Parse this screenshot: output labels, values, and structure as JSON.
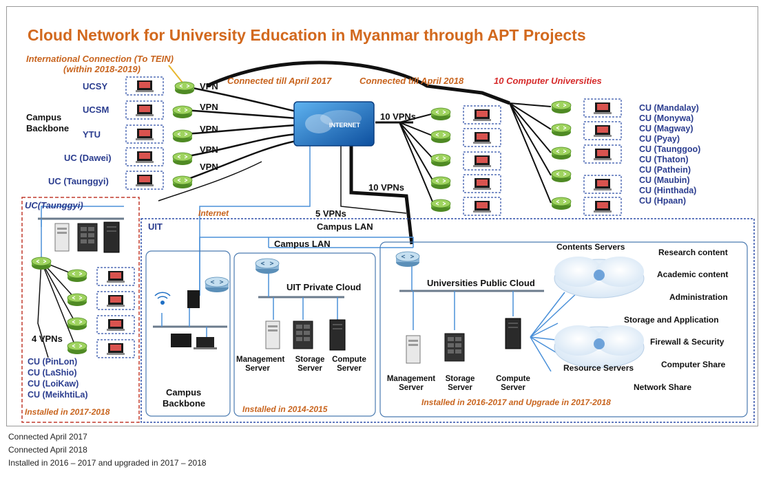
{
  "title": "Cloud Network for University Education in Myanmar through APT Projects",
  "intl_connection": [
    "International Connection (To TEIN)",
    "(within 2018-2019)"
  ],
  "connected_2017": "Connected till April 2017",
  "connected_2018": "Connected till April 2018",
  "ten_cu_label": "10 Computer  Universities",
  "campus_backbone_left": [
    "Campus",
    "Backbone"
  ],
  "left_universities": [
    "UCSY",
    "UCSM",
    "YTU",
    "UC (Dawei)",
    "UC (Taunggyi)"
  ],
  "vpn_label": "VPN",
  "internet_label": "INTERNET",
  "ten_vpns_top": "10 VPNs",
  "ten_vpns_mid": "10 VPNs",
  "five_vpns": "5 VPNs",
  "internet_link": "Internet",
  "computer_universities": [
    "CU (Mandalay)",
    "CU (Monywa)",
    "CU (Magway)",
    "CU (Pyay)",
    "CU (Taunggoo)",
    "CU (Thaton)",
    "CU (Pathein)",
    "CU (Maubin)",
    "CU (Hinthada)",
    "CU (Hpaan)"
  ],
  "taunggyi_box": {
    "title": "UC(Taunggyi)",
    "four_vpns": "4 VPNs",
    "cus": [
      "CU (PinLon)",
      "CU (LaShio)",
      "CU (LoiKaw)",
      "CU (MeikhtiLa)"
    ],
    "installed": "Installed in 2017-2018"
  },
  "uit": {
    "label": "UIT",
    "campus_lan_top": "Campus LAN",
    "campus_lan_inner": "Campus LAN",
    "campus_backbone": [
      "Campus",
      "Backbone"
    ],
    "private_cloud": "UIT Private Cloud",
    "private_servers": [
      [
        "Management",
        "Server"
      ],
      [
        "Storage",
        "Server"
      ],
      [
        "Compute",
        "Server"
      ]
    ],
    "installed_private": "Installed in 2014-2015",
    "public_cloud": "Universities Public Cloud",
    "public_servers": [
      [
        "Management",
        "Server"
      ],
      [
        "Storage",
        "Server"
      ],
      [
        "Compute",
        "Server"
      ]
    ],
    "contents_servers": "Contents Servers",
    "resource_servers": "Resource Servers",
    "services": [
      "Research content",
      "Academic content",
      "Administration",
      "Storage and Application",
      "Firewall & Security",
      "Computer Share",
      "Network Share"
    ],
    "installed_public": "Installed in 2016-2017  and Upgrade in 2017-2018"
  },
  "captions": [
    "Connected April 2017",
    "Connected April 2018",
    "Installed in 2016 – 2017 and upgraded in 2017 – 2018"
  ],
  "colors": {
    "title": "#d2691e",
    "italic_orange": "#c8641e",
    "blue_text": "#2b3d8f",
    "router_green": "#7cc243",
    "dashed_blue": "#2f4fa8",
    "dashed_red": "#c0392b",
    "internet_blue": "#1f6fc4",
    "link_blue": "#4a90d9"
  }
}
